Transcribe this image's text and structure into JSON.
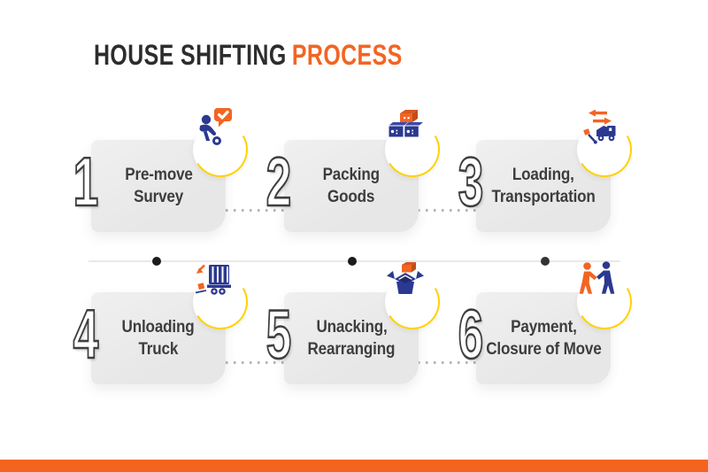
{
  "title": {
    "text_dark": "HOUSE SHIFTING",
    "text_accent": "PROCESS"
  },
  "colors": {
    "accent_orange": "#F26522",
    "brand_blue": "#2B3990",
    "circle_yellow": "#FFD200",
    "card_gray": "#E9E9E9",
    "text_dark": "#3D3D3D",
    "timeline_gray": "#E9E9E9",
    "timeline_dot": "#1B1B1B",
    "footer_orange": "#F4641E"
  },
  "steps": [
    {
      "number": "1",
      "label_line1": "Pre-move",
      "label_line2": "Survey",
      "icon": "survey-checklist-icon"
    },
    {
      "number": "2",
      "label_line1": "Packing",
      "label_line2": "Goods",
      "icon": "packed-boxes-icon"
    },
    {
      "number": "3",
      "label_line1": "Loading,",
      "label_line2": "Transportation",
      "icon": "truck-arrows-icon"
    },
    {
      "number": "4",
      "label_line1": "Unloading",
      "label_line2": "Truck",
      "icon": "trailer-unload-icon"
    },
    {
      "number": "5",
      "label_line1": "Unacking,",
      "label_line2": "Rearranging",
      "icon": "open-box-icon"
    },
    {
      "number": "6",
      "label_line1": "Payment,",
      "label_line2": "Closure of Move",
      "icon": "handshake-icon"
    }
  ]
}
